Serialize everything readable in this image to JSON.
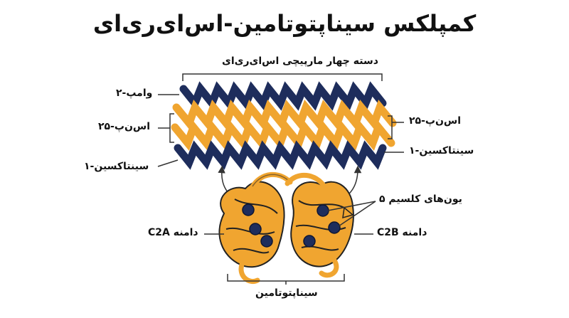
{
  "title": "کمپلکس سیناپتوتامین-اس‌ای‌ری‌ای",
  "labels": {
    "bundle": "دسته چهار مارپیچی اس‌ای‌ری‌ای",
    "vamp2": "وامپ-۲",
    "snap25_left": "اس‌ن‌پ-۲۵",
    "snap25_right": "اس‌ن‌پ-۲۵",
    "syntaxin_left": "سینتاکسین-۱",
    "syntaxin_right": "سینتاکسین-۱",
    "calcium": "یون‌های کلسیم ۵",
    "c2a": "دامنه C2A",
    "c2b": "دامنه C2B",
    "synaptotagmin": "سیناپتوتامین"
  },
  "colors": {
    "navy": "#1e2d5c",
    "orange": "#f0a530",
    "outline": "#222222",
    "line": "#333333"
  }
}
